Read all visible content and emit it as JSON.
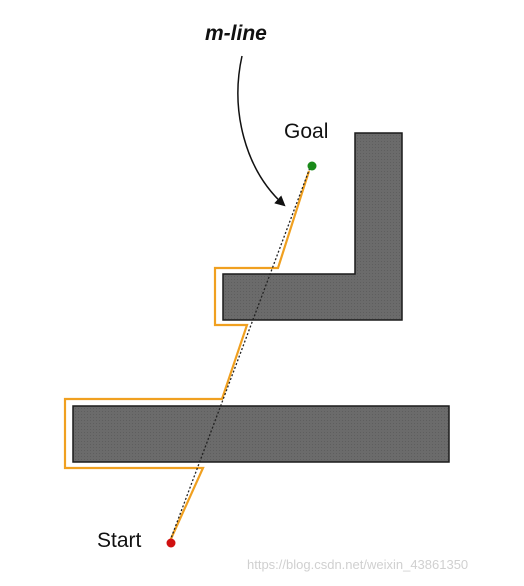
{
  "labels": {
    "mline": "m-line",
    "goal": "Goal",
    "start": "Start"
  },
  "watermark": "https://blog.csdn.net/weixin_43861350",
  "colors": {
    "obstacle_fill": "#6b6b6b",
    "obstacle_stroke": "#1a1a1a",
    "path": "#f0a020",
    "mline": "#222222",
    "goal": "#1a8a1a",
    "start": "#d01010",
    "arrow": "#111111"
  }
}
